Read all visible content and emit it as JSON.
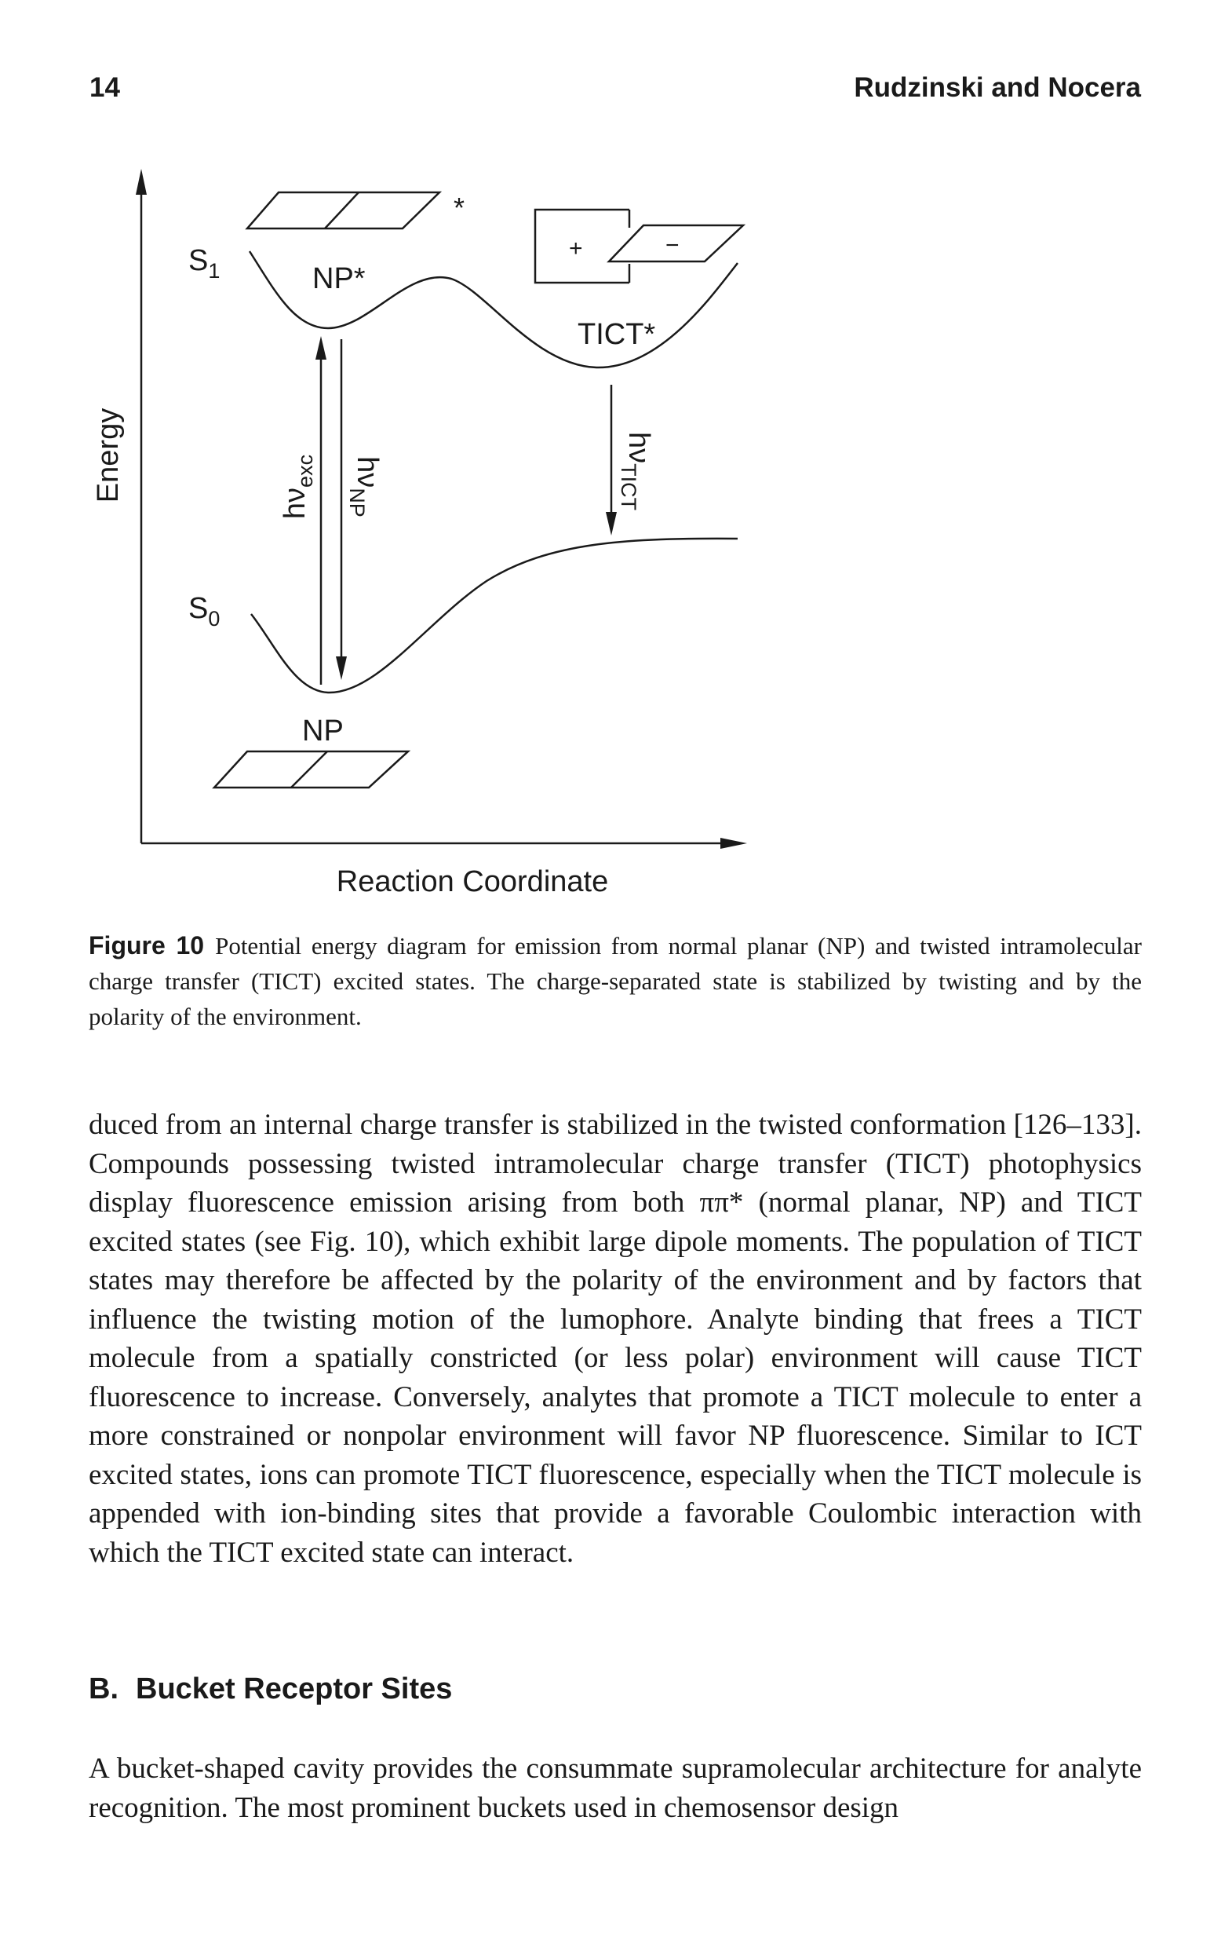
{
  "header": {
    "page_number": "14",
    "running_head": "Rudzinski and Nocera"
  },
  "figure": {
    "y_axis_label": "Energy",
    "x_axis_label": "Reaction Coordinate",
    "s1_label": "S",
    "s1_sub": "1",
    "s0_label": "S",
    "s0_sub": "0",
    "np_star_label": "NP*",
    "tict_star_label": "TICT*",
    "np_label": "NP",
    "star_mark": "*",
    "plus_mark": "+",
    "minus_mark": "−",
    "hv_exc_main": "hν",
    "hv_exc_sub": "exc",
    "hv_np_main": "hν",
    "hv_np_sub": "NP",
    "hv_tict_main": "hν",
    "hv_tict_sub": "TICT"
  },
  "caption": {
    "label": "Figure 10",
    "text": "Potential energy diagram for emission from normal planar (NP) and twisted intramolecular charge transfer (TICT) excited states. The charge-separated state is stabilized by twisting and by the polarity of the environment."
  },
  "body": {
    "paragraph1": "duced from an internal charge transfer is stabilized in the twisted conformation [126–133]. Compounds possessing twisted intramolecular charge transfer (TICT) photophysics display fluorescence emission arising from both ππ* (normal planar, NP) and TICT excited states (see Fig. 10), which exhibit large dipole moments. The population of TICT states may therefore be affected by the polarity of the environment and by factors that influence the twisting motion of the lumophore. Analyte binding that frees a TICT molecule from a spatially constricted (or less polar) environment will cause TICT fluorescence to increase. Conversely, analytes that promote a TICT molecule to enter a more constrained or nonpolar environment will favor NP fluorescence. Similar to ICT excited states, ions can promote TICT fluorescence, especially when the TICT molecule is appended with ion-binding sites that provide a favorable Coulombic interaction with which the TICT excited state can interact.",
    "section_number": "B.",
    "section_title": "Bucket Receptor Sites",
    "paragraph2": "A bucket-shaped cavity provides the consummate supramolecular architecture for analyte recognition. The most prominent buckets used in chemosensor design"
  }
}
